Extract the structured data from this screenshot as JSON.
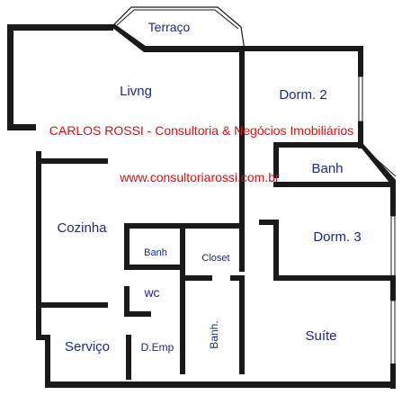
{
  "rooms": {
    "terraco": "Terraço",
    "living": "Livng",
    "dorm2": "Dorm. 2",
    "banh_upper": "Banh",
    "dorm3": "Dorm. 3",
    "cozinha": "Cozinha",
    "banh_small": "Banh",
    "closet": "Closet",
    "wc": "wc",
    "servico": "Serviço",
    "demp": "D.Emp",
    "banh_vertical": "Banh.",
    "suite": "Suíte"
  },
  "watermark": {
    "company": "CARLOS ROSSI - Consultoria & Negócios Imobiliários",
    "website": "www.consultoriarossi.com.br"
  },
  "colors": {
    "wall": "#1a1a1a",
    "room_label": "#1a2a8c",
    "watermark": "#e01010",
    "background": "#ffffff"
  }
}
